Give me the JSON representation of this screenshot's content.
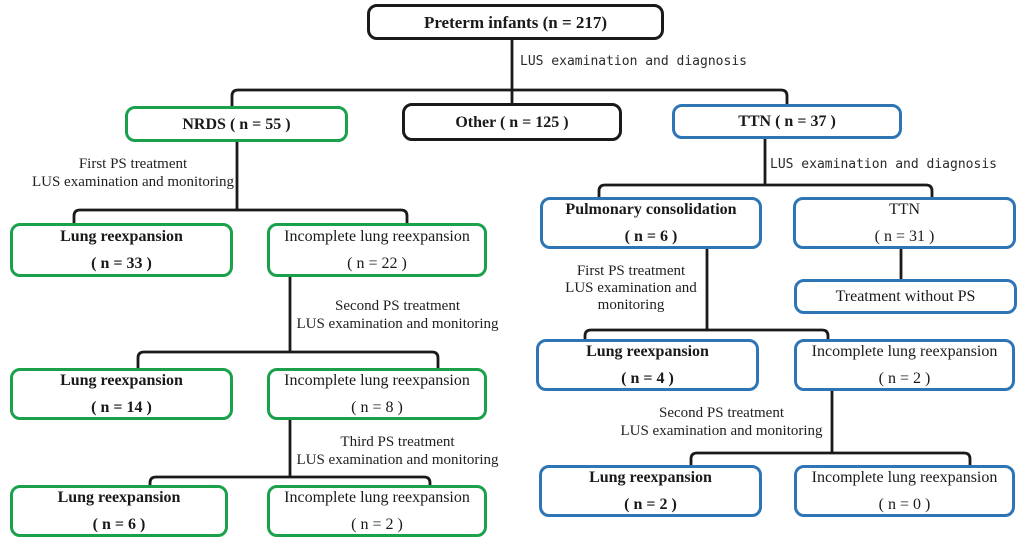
{
  "colors": {
    "outline_black": "#1a1a1a",
    "outline_green": "#1ba14b",
    "outline_blue": "#2e75b6"
  },
  "nodes": {
    "preterm": {
      "line1": "Preterm infants (n = 217)"
    },
    "nrds": {
      "line1": "NRDS ( n = 55 )"
    },
    "other": {
      "line1": "Other ( n = 125 )"
    },
    "ttn": {
      "line1": "TTN ( n = 37 )"
    },
    "lung33": {
      "line1": "Lung reexpansion",
      "line2": "( n = 33 )"
    },
    "inc22": {
      "line1": "Incomplete lung reexpansion",
      "line2": "( n = 22 )"
    },
    "lung14": {
      "line1": "Lung reexpansion",
      "line2": "( n = 14 )"
    },
    "inc8": {
      "line1": "Incomplete lung reexpansion",
      "line2": "( n = 8 )"
    },
    "lung6": {
      "line1": "Lung reexpansion",
      "line2": "( n = 6 )"
    },
    "inc2l": {
      "line1": "Incomplete lung reexpansion",
      "line2": "( n = 2 )"
    },
    "pulm": {
      "line1": "Pulmonary consolidation",
      "line2": "( n = 6 )"
    },
    "ttn31": {
      "line1": "TTN",
      "line2": "( n = 31 )"
    },
    "treat": {
      "line1": "Treatment without PS"
    },
    "lung4": {
      "line1": "Lung reexpansion",
      "line2": "( n = 4 )"
    },
    "inc2r": {
      "line1": "Incomplete lung reexpansion",
      "line2": "( n = 2 )"
    },
    "lung2": {
      "line1": "Lung reexpansion",
      "line2": "( n = 2 )"
    },
    "inc0": {
      "line1": "Incomplete lung reexpansion",
      "line2": "( n = 0 )"
    }
  },
  "labels": {
    "lus_top": {
      "line1": "LUS examination and diagnosis"
    },
    "first_left": {
      "line1": "First PS treatment",
      "line2": "LUS examination and monitoring"
    },
    "second_left": {
      "line1": "Second PS treatment",
      "line2": "LUS examination and monitoring"
    },
    "third_left": {
      "line1": "Third PS treatment",
      "line2": "LUS examination and monitoring"
    },
    "lus_right": {
      "line1": "LUS examination and diagnosis"
    },
    "first_right": {
      "line1": "First PS treatment",
      "line2": "LUS examination and",
      "line3": "monitoring"
    },
    "second_right": {
      "line1": "Second PS treatment",
      "line2": "LUS examination and monitoring"
    }
  }
}
